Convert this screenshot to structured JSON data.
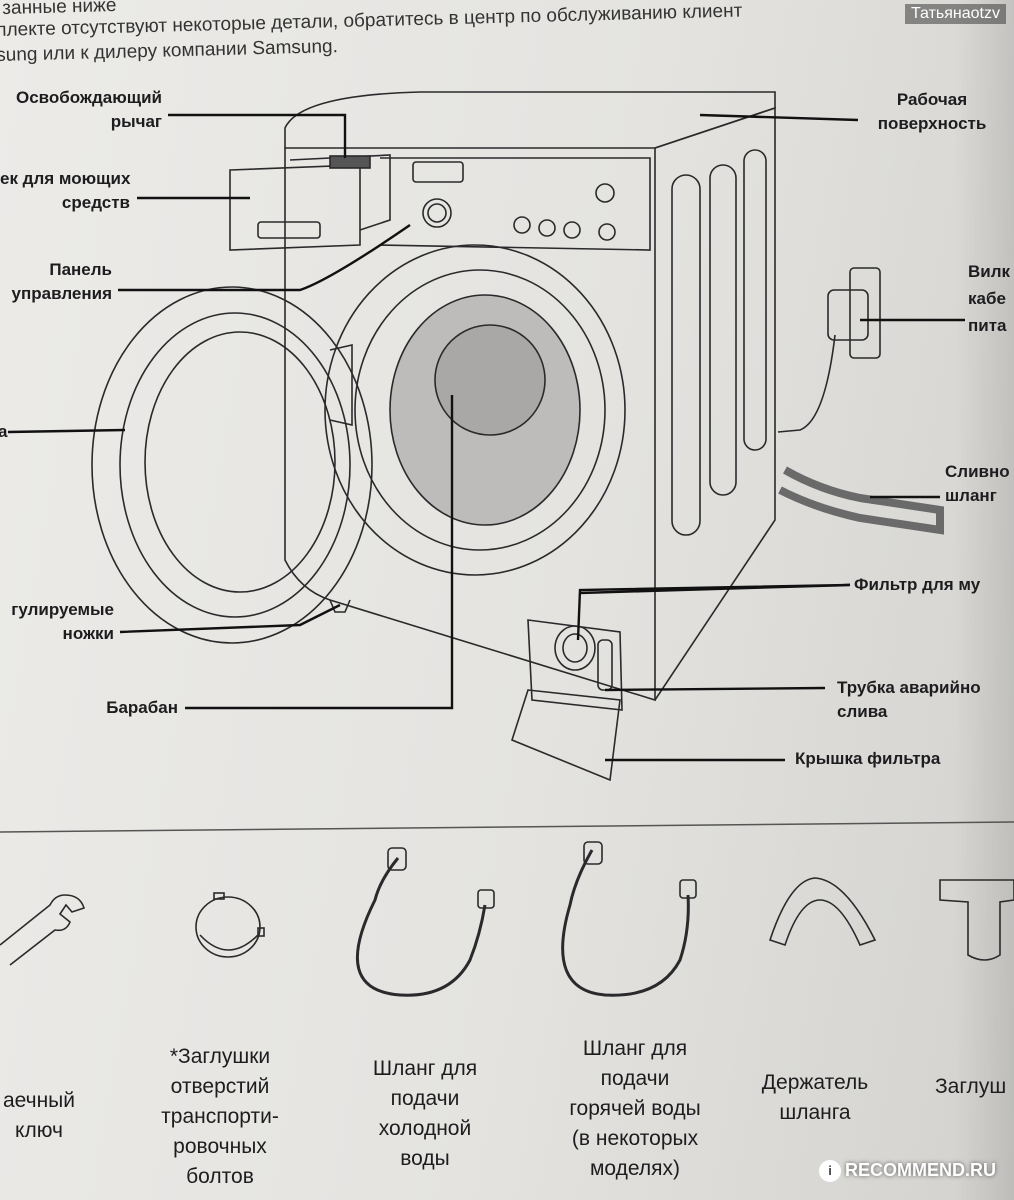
{
  "watermark": "Татьянаotzv",
  "intro_lines": [
    "занные ниже",
    "плекте отсутствуют некоторые детали, обратитесь в центр по обслуживанию клиент",
    "sung или к дилеру компании Samsung."
  ],
  "callouts": {
    "release_lever": [
      "Освобождающий",
      "рычаг"
    ],
    "detergent_drawer": [
      "ек для моющих",
      "средств"
    ],
    "control_panel": [
      "Панель",
      "управления"
    ],
    "door": [
      "а"
    ],
    "feet": [
      "гулируемые",
      "ножки"
    ],
    "drum": [
      "Барабан"
    ],
    "worktop": [
      "Рабочая",
      "поверхность"
    ],
    "power_plug": [
      "Вилк",
      "кабе",
      "пита"
    ],
    "drain_hose": [
      "Сливно",
      "шланг"
    ],
    "filter": [
      "Фильтр для му"
    ],
    "emergency_tube": [
      "Трубка аварийно",
      "слива"
    ],
    "filter_cover": [
      "Крышка фильтра"
    ]
  },
  "accessories": [
    {
      "name": "wrench",
      "label": [
        "аечный",
        "ключ"
      ]
    },
    {
      "name": "bolt-caps",
      "label": [
        "*Заглушки",
        "отверстий",
        "транспорти-",
        "ровочных",
        "болтов"
      ]
    },
    {
      "name": "cold-hose",
      "label": [
        "Шланг для",
        "подачи",
        "холодной",
        "воды"
      ]
    },
    {
      "name": "hot-hose",
      "label": [
        "Шланг для",
        "подачи",
        "горячей воды",
        "(в некоторых",
        "моделях)"
      ]
    },
    {
      "name": "hose-holder",
      "label": [
        "Держатель",
        "шланга"
      ]
    },
    {
      "name": "plug",
      "label": [
        "Заглуш"
      ]
    }
  ],
  "brand": "RECOMMEND.RU"
}
